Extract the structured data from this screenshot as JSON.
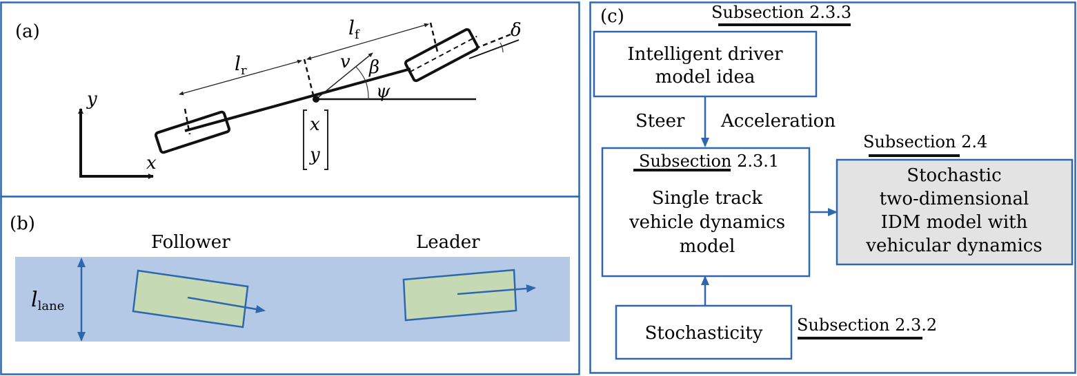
{
  "panel_a": {
    "label": "(a)",
    "axis_x": "x",
    "axis_y": "y",
    "lr": "l",
    "lr_sub": "r",
    "lf": "l",
    "lf_sub": "f",
    "v": "v",
    "beta": "β",
    "psi": "ψ",
    "delta": "δ",
    "pos_x": "x",
    "pos_y": "y"
  },
  "panel_b": {
    "label": "(b)",
    "follower": "Follower",
    "leader": "Leader",
    "lane": "l",
    "lane_sub": "lane",
    "colors": {
      "lane": "#b4c9e6",
      "car": "#c5d9b5",
      "stroke": "#2e67ad"
    }
  },
  "panel_c": {
    "label": "(c)",
    "idm_box": [
      "Intelligent driver",
      "model idea"
    ],
    "idm_ref": "Subsection 2.3.3",
    "steer": "Steer",
    "acceleration": "Acceleration",
    "single_track_ref": "Subsection 2.3.1",
    "single_track_box": [
      "Single track",
      "vehicle dynamics",
      "model"
    ],
    "stochastic_ref": "Subsection 2.4",
    "stochastic_box": [
      "Stochastic",
      "two-dimensional",
      "IDM model with",
      "vehicular dynamics"
    ],
    "stochasticity_box": "Stochasticity",
    "stochasticity_ref": "Subsection 2.3.2",
    "colors": {
      "border": "#2e67ad",
      "highlight_fill": "#e3e3e3"
    }
  }
}
